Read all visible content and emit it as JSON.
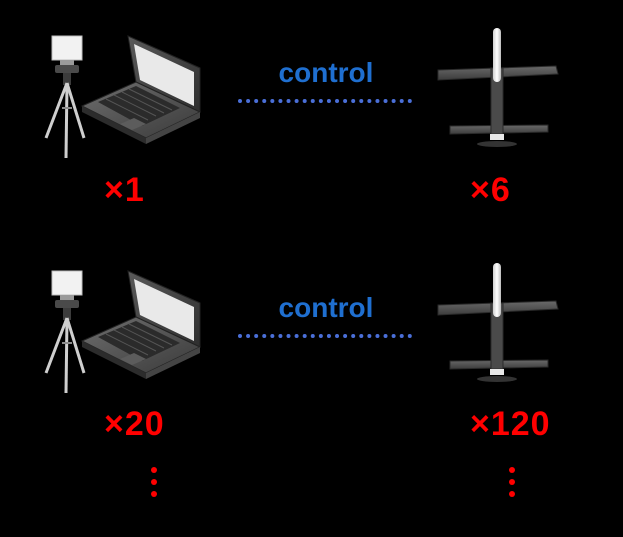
{
  "rows": [
    {
      "link_label": "control",
      "station_count": "×1",
      "drone_count": "×6"
    },
    {
      "link_label": "control",
      "station_count": "×20",
      "drone_count": "×120"
    }
  ],
  "icons": {
    "station": "ground-station-laptop-icon",
    "drone": "fixed-wing-drone-icon",
    "continuation": "vertical-ellipsis-icon"
  },
  "colors": {
    "background": "#000000",
    "link_label": "#1F6FD0",
    "link_line": "#4A6FD8",
    "count": "#FF0000"
  }
}
